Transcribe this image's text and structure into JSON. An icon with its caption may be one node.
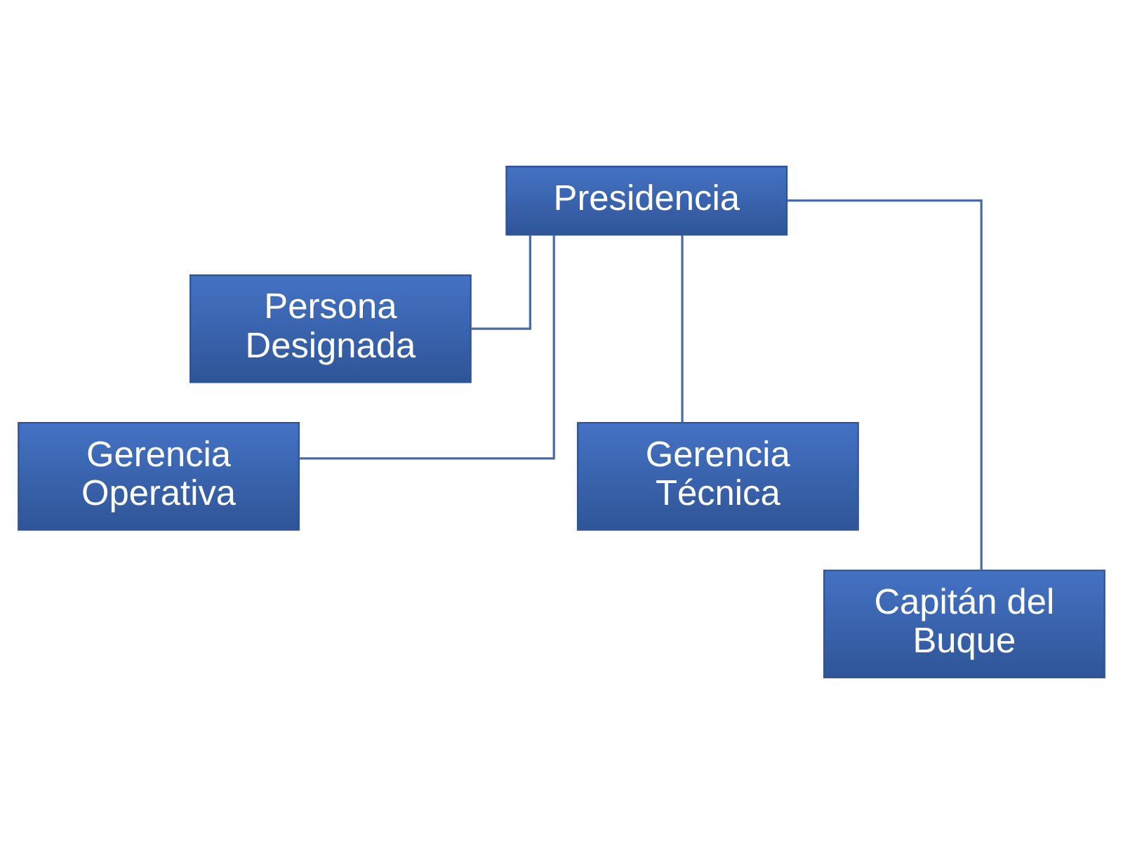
{
  "diagram": {
    "nodes": [
      {
        "text": [
          "Presidencia"
        ]
      },
      {
        "text": [
          "Persona Designada"
        ]
      },
      {
        "text": [
          "Gerencia Operativa"
        ]
      },
      {
        "text": [
          "Gerencia Técnica"
        ]
      },
      {
        "text": [
          "Capitán del Buque"
        ]
      }
    ],
    "edges": [
      {
        "from": 0,
        "to": 1,
        "arrow": "none"
      },
      {
        "from": 0,
        "to": 2,
        "arrow": "none"
      },
      {
        "from": 0,
        "to": 3,
        "arrow": "none"
      },
      {
        "from": 0,
        "to": 4,
        "arrow": "none"
      }
    ]
  }
}
